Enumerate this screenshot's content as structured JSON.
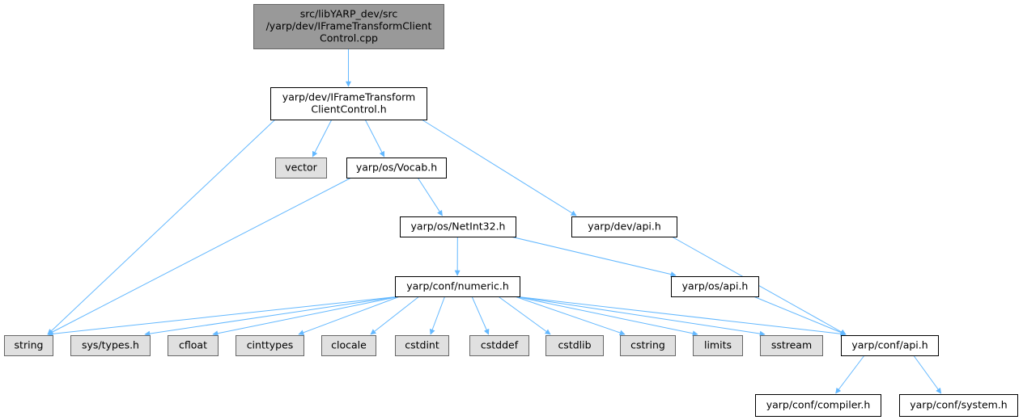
{
  "colors": {
    "edge": "#63b8ff",
    "node_border": "#666666",
    "node_border_strong": "#000000",
    "root_fill": "#999999",
    "system_fill": "#e0e0e0",
    "local_fill": "#ffffff"
  },
  "nodes": [
    {
      "id": "root",
      "kind": "root",
      "lines": [
        "src/libYARP_dev/src",
        "/yarp/dev/IFrameTransformClient",
        "Control.cpp"
      ]
    },
    {
      "id": "iftcc_h",
      "kind": "local",
      "lines": [
        "yarp/dev/IFrameTransform",
        "ClientControl.h"
      ]
    },
    {
      "id": "vector",
      "kind": "system",
      "lines": [
        "vector"
      ]
    },
    {
      "id": "vocab",
      "kind": "local",
      "lines": [
        "yarp/os/Vocab.h"
      ]
    },
    {
      "id": "netint32",
      "kind": "local",
      "lines": [
        "yarp/os/NetInt32.h"
      ]
    },
    {
      "id": "dev_api",
      "kind": "local",
      "lines": [
        "yarp/dev/api.h"
      ]
    },
    {
      "id": "numeric",
      "kind": "local",
      "lines": [
        "yarp/conf/numeric.h"
      ]
    },
    {
      "id": "os_api",
      "kind": "local",
      "lines": [
        "yarp/os/api.h"
      ]
    },
    {
      "id": "string",
      "kind": "system",
      "lines": [
        "string"
      ]
    },
    {
      "id": "sys_types",
      "kind": "system",
      "lines": [
        "sys/types.h"
      ]
    },
    {
      "id": "cfloat",
      "kind": "system",
      "lines": [
        "cfloat"
      ]
    },
    {
      "id": "cinttypes",
      "kind": "system",
      "lines": [
        "cinttypes"
      ]
    },
    {
      "id": "clocale",
      "kind": "system",
      "lines": [
        "clocale"
      ]
    },
    {
      "id": "cstdint",
      "kind": "system",
      "lines": [
        "cstdint"
      ]
    },
    {
      "id": "cstddef",
      "kind": "system",
      "lines": [
        "cstddef"
      ]
    },
    {
      "id": "cstdlib",
      "kind": "system",
      "lines": [
        "cstdlib"
      ]
    },
    {
      "id": "cstring",
      "kind": "system",
      "lines": [
        "cstring"
      ]
    },
    {
      "id": "limits",
      "kind": "system",
      "lines": [
        "limits"
      ]
    },
    {
      "id": "sstream",
      "kind": "system",
      "lines": [
        "sstream"
      ]
    },
    {
      "id": "conf_api",
      "kind": "local",
      "lines": [
        "yarp/conf/api.h"
      ]
    },
    {
      "id": "compiler",
      "kind": "local",
      "lines": [
        "yarp/conf/compiler.h"
      ]
    },
    {
      "id": "system",
      "kind": "local",
      "lines": [
        "yarp/conf/system.h"
      ]
    }
  ],
  "edges": [
    {
      "from": "root",
      "to": "iftcc_h"
    },
    {
      "from": "iftcc_h",
      "to": "string"
    },
    {
      "from": "iftcc_h",
      "to": "vector"
    },
    {
      "from": "iftcc_h",
      "to": "vocab"
    },
    {
      "from": "iftcc_h",
      "to": "dev_api"
    },
    {
      "from": "vocab",
      "to": "string"
    },
    {
      "from": "vocab",
      "to": "netint32"
    },
    {
      "from": "netint32",
      "to": "numeric"
    },
    {
      "from": "netint32",
      "to": "os_api"
    },
    {
      "from": "dev_api",
      "to": "conf_api"
    },
    {
      "from": "os_api",
      "to": "conf_api"
    },
    {
      "from": "numeric",
      "to": "string"
    },
    {
      "from": "numeric",
      "to": "sys_types"
    },
    {
      "from": "numeric",
      "to": "cfloat"
    },
    {
      "from": "numeric",
      "to": "cinttypes"
    },
    {
      "from": "numeric",
      "to": "clocale"
    },
    {
      "from": "numeric",
      "to": "cstdint"
    },
    {
      "from": "numeric",
      "to": "cstddef"
    },
    {
      "from": "numeric",
      "to": "cstdlib"
    },
    {
      "from": "numeric",
      "to": "cstring"
    },
    {
      "from": "numeric",
      "to": "limits"
    },
    {
      "from": "numeric",
      "to": "sstream"
    },
    {
      "from": "numeric",
      "to": "conf_api"
    },
    {
      "from": "conf_api",
      "to": "compiler"
    },
    {
      "from": "conf_api",
      "to": "system"
    }
  ]
}
